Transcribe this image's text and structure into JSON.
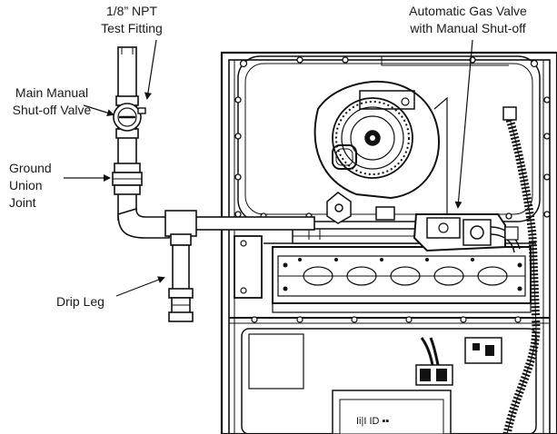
{
  "labels": {
    "test_fitting": {
      "line1": "1/8” NPT",
      "line2": "Test Fitting"
    },
    "manual_valve": {
      "line1": "Main Manual",
      "line2": "Shut-off Valve"
    },
    "union": {
      "line1": "Ground",
      "line2": "Union",
      "line3": "Joint"
    },
    "drip_leg": {
      "line1": "Drip Leg"
    },
    "gas_valve": {
      "line1": "Automatic Gas Valve",
      "line2": "with Manual Shut-off"
    }
  },
  "module_panel": {
    "text": "Ii|I  ID ▪▪"
  }
}
